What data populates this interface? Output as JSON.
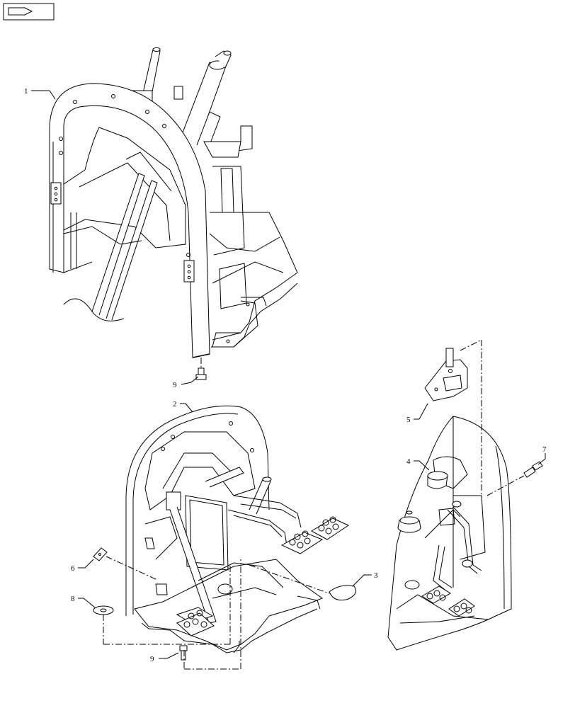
{
  "nav_icon": {
    "name": "page-forward-icon"
  },
  "callouts": [
    {
      "id": "callout-1",
      "text": "1"
    },
    {
      "id": "callout-2",
      "text": "2"
    },
    {
      "id": "callout-3",
      "text": "3"
    },
    {
      "id": "callout-4",
      "text": "4"
    },
    {
      "id": "callout-5",
      "text": "5"
    },
    {
      "id": "callout-6",
      "text": "6"
    },
    {
      "id": "callout-7",
      "text": "7"
    },
    {
      "id": "callout-8",
      "text": "8"
    },
    {
      "id": "callout-9a",
      "text": "9"
    },
    {
      "id": "callout-9b",
      "text": "9"
    }
  ]
}
